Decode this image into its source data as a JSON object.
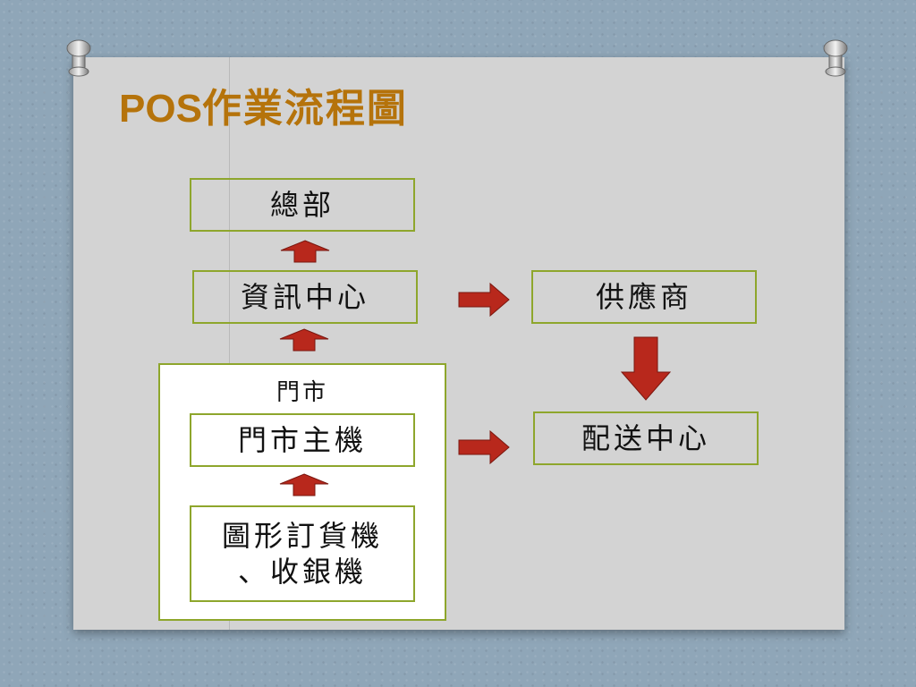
{
  "title": {
    "latin": "POS",
    "cjk": "作業流程圖"
  },
  "nodes": {
    "headquarters": "總部",
    "info_center": "資訊中心",
    "supplier": "供應商",
    "store_group": "門市",
    "store_host": "門市主機",
    "terminal_line1": "圖形訂貨機",
    "terminal_line2": "、收銀機",
    "distribution": "配送中心"
  },
  "colors": {
    "title": "#b5730b",
    "box_border": "#8ea62c",
    "arrow": "#b8281c",
    "board": "#d3d3d3"
  }
}
